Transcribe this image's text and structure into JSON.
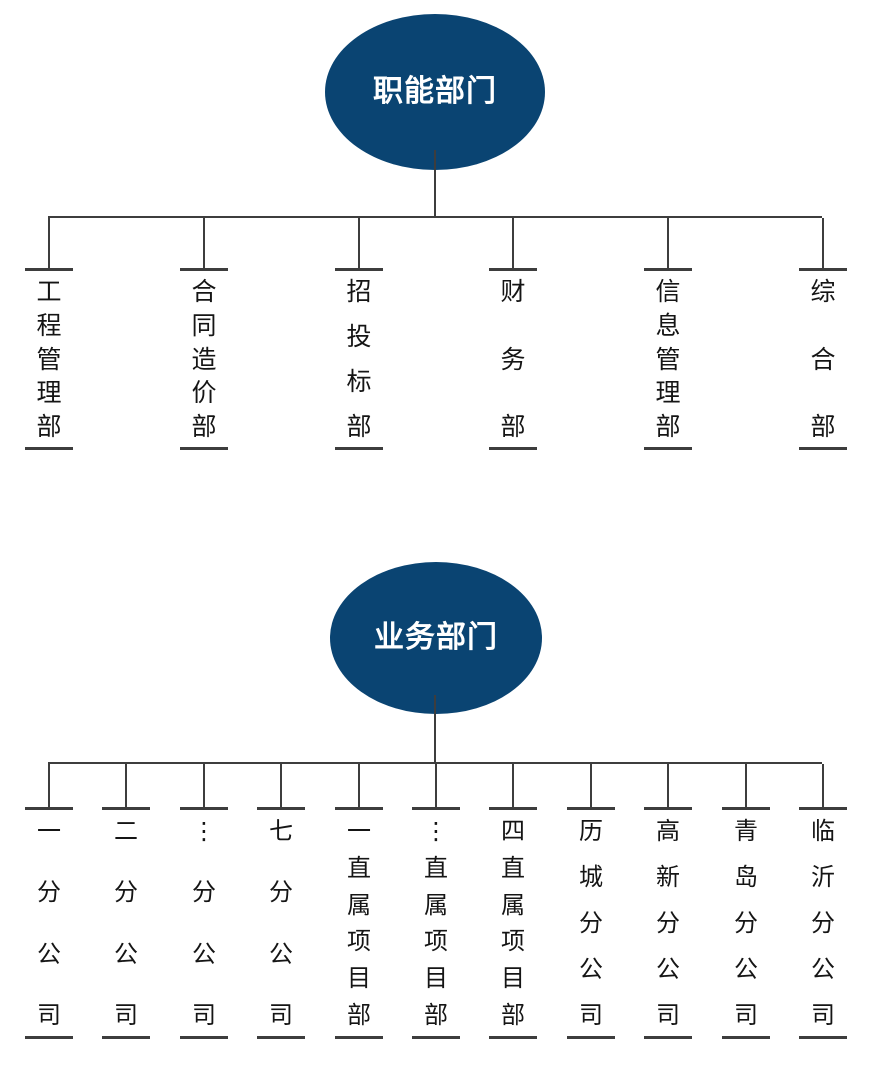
{
  "diagram": {
    "type": "organization-chart",
    "title_text": "",
    "colors": {
      "node_fill": "#0a4472",
      "node_text": "#ffffff",
      "line": "#3d3d3d",
      "leaf_text": "#151515",
      "background": "#ffffff"
    }
  },
  "sections": [
    {
      "id": "functional",
      "root_label": "职能部门",
      "children": [
        {
          "label": "工程管理部",
          "chars": [
            "工",
            "程",
            "管",
            "理",
            "部"
          ]
        },
        {
          "label": "合同造价部",
          "chars": [
            "合",
            "同",
            "造",
            "价",
            "部"
          ]
        },
        {
          "label": "招投标部",
          "chars": [
            "招",
            "投",
            "标",
            "部"
          ]
        },
        {
          "label": "财务部",
          "chars": [
            "财",
            "务",
            "部"
          ]
        },
        {
          "label": "信息管理部",
          "chars": [
            "信",
            "息",
            "管",
            "理",
            "部"
          ]
        },
        {
          "label": "综合部",
          "chars": [
            "综",
            "合",
            "部"
          ]
        }
      ]
    },
    {
      "id": "business",
      "root_label": "业务部门",
      "children": [
        {
          "label": "一分公司",
          "chars": [
            "一",
            "分",
            "公",
            "司"
          ]
        },
        {
          "label": "二分公司",
          "chars": [
            "二",
            "分",
            "公",
            "司"
          ]
        },
        {
          "label": "⋮分公司",
          "chars": [
            "⋮",
            "分",
            "公",
            "司"
          ]
        },
        {
          "label": "七分公司",
          "chars": [
            "七",
            "分",
            "公",
            "司"
          ]
        },
        {
          "label": "一直属项目部",
          "chars": [
            "一",
            "直",
            "属",
            "项",
            "目",
            "部"
          ]
        },
        {
          "label": "⋮直属项目部",
          "chars": [
            "⋮",
            "直",
            "属",
            "项",
            "目",
            "部"
          ]
        },
        {
          "label": "四直属项目部",
          "chars": [
            "四",
            "直",
            "属",
            "项",
            "目",
            "部"
          ]
        },
        {
          "label": "历城分公司",
          "chars": [
            "历",
            "城",
            "分",
            "公",
            "司"
          ]
        },
        {
          "label": "高新分公司",
          "chars": [
            "高",
            "新",
            "分",
            "公",
            "司"
          ]
        },
        {
          "label": "青岛分公司",
          "chars": [
            "青",
            "岛",
            "分",
            "公",
            "司"
          ]
        },
        {
          "label": "临沂分公司",
          "chars": [
            "临",
            "沂",
            "分",
            "公",
            "司"
          ]
        }
      ]
    }
  ]
}
